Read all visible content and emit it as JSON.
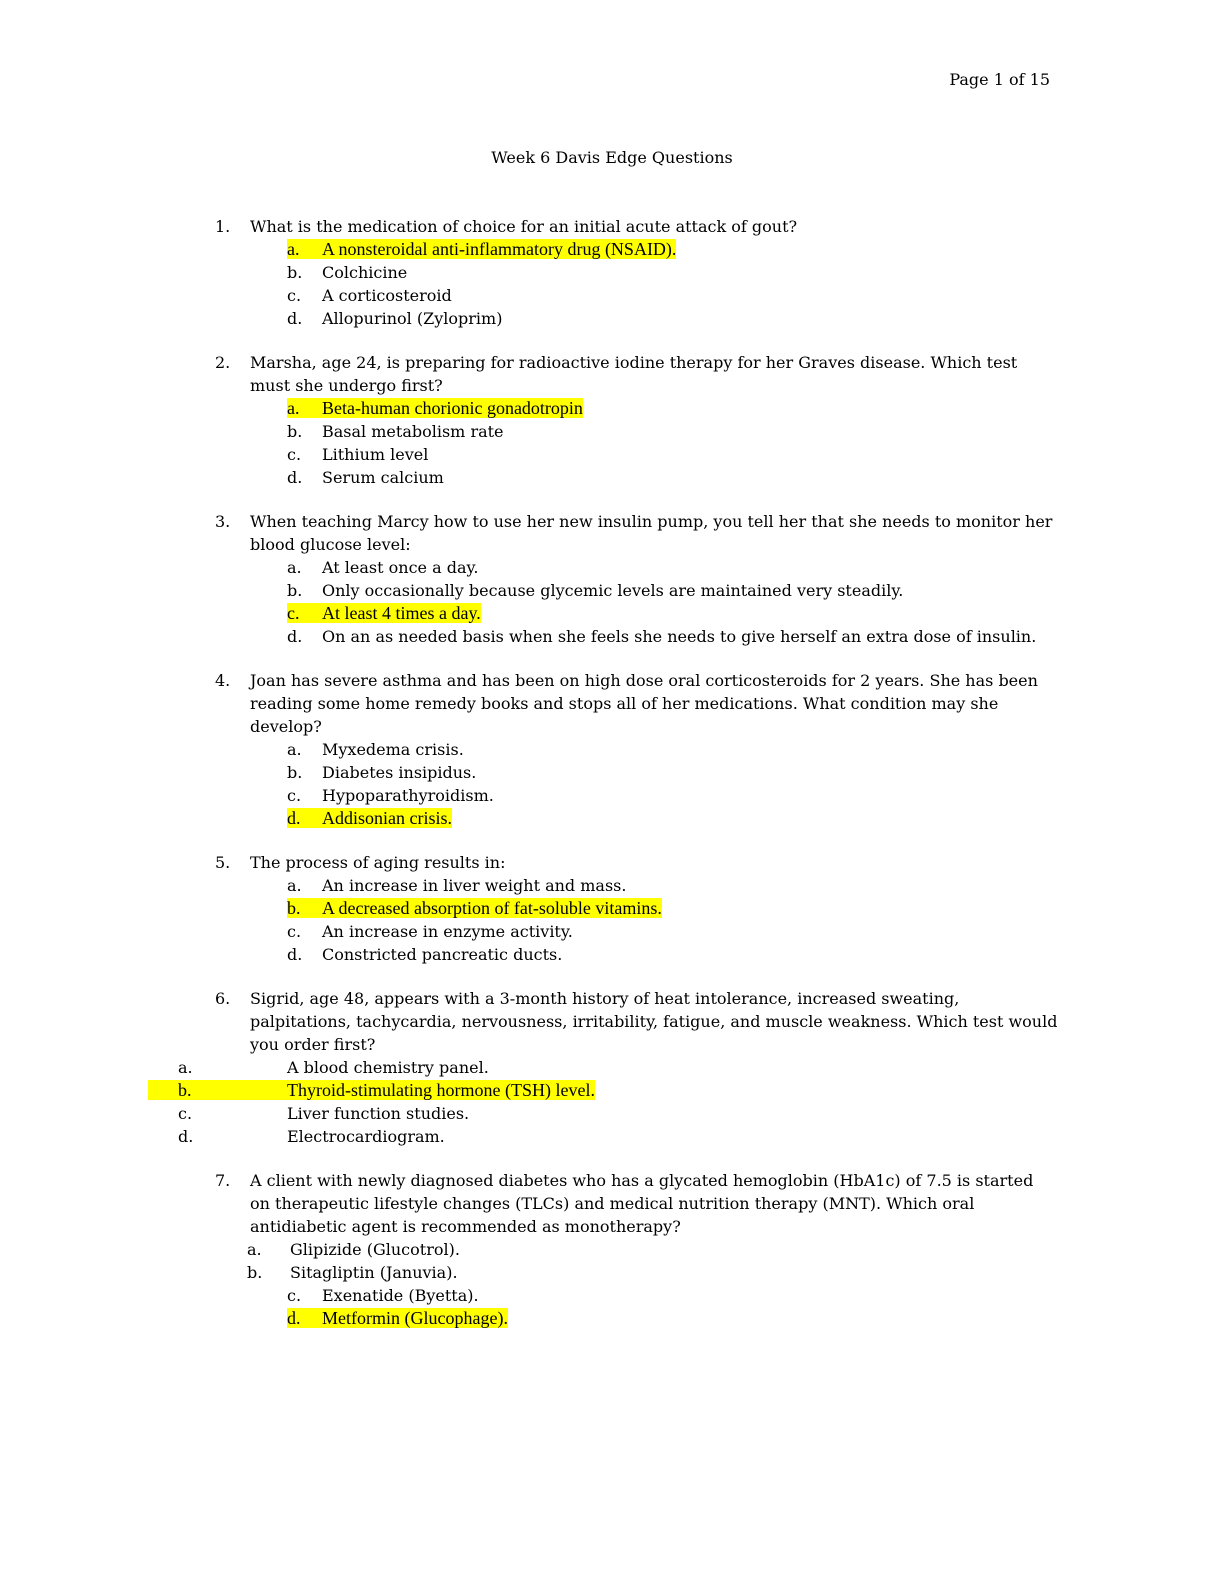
{
  "page": {
    "header": "Page 1 of 15",
    "title": "Week 6 Davis Edge Questions"
  },
  "colors": {
    "background": "#ffffff",
    "text": "#000000",
    "highlight": "#ffff00"
  },
  "questions": [
    {
      "number": "1.",
      "text": "What is the medication of choice for an initial acute attack of gout?",
      "options": [
        {
          "letter": "a.",
          "text": "A nonsteroidal anti-inflammatory drug (NSAID).",
          "highlight": true
        },
        {
          "letter": "b.",
          "text": "Colchicine",
          "highlight": false
        },
        {
          "letter": "c.",
          "text": "A corticosteroid",
          "highlight": false
        },
        {
          "letter": "d.",
          "text": "Allopurinol (Zyloprim)",
          "highlight": false
        }
      ]
    },
    {
      "number": "2.",
      "text": "Marsha, age 24, is preparing for radioactive iodine therapy for her Graves disease. Which test\nmust she undergo first?",
      "options": [
        {
          "letter": "a.",
          "text": "Beta-human chorionic gonadotropin",
          "highlight": true
        },
        {
          "letter": "b.",
          "text": "Basal metabolism rate",
          "highlight": false
        },
        {
          "letter": "c.",
          "text": "Lithium level",
          "highlight": false
        },
        {
          "letter": "d.",
          "text": "Serum calcium",
          "highlight": false
        }
      ]
    },
    {
      "number": "3.",
      "text": "When teaching Marcy how to use her new insulin pump, you tell her that she needs to monitor her\nblood glucose level:",
      "options": [
        {
          "letter": "a.",
          "text": "At least once a day.",
          "highlight": false
        },
        {
          "letter": "b.",
          "text": "Only occasionally because glycemic levels are maintained very steadily.",
          "highlight": false
        },
        {
          "letter": "c.",
          "text": "At least 4 times a day.",
          "highlight": true
        },
        {
          "letter": "d.",
          "text": "On an as needed basis when she feels she needs to give herself an extra dose of insulin.",
          "highlight": false
        }
      ]
    },
    {
      "number": "4.",
      "text": "Joan has severe asthma and has been on high dose oral corticosteroids for 2 years. She has been\nreading some home remedy books and stops all of her medications. What condition may she\ndevelop?",
      "options": [
        {
          "letter": "a.",
          "text": "Myxedema crisis.",
          "highlight": false
        },
        {
          "letter": "b.",
          "text": "Diabetes insipidus.",
          "highlight": false
        },
        {
          "letter": "c.",
          "text": "Hypoparathyroidism.",
          "highlight": false
        },
        {
          "letter": "d.",
          "text": "Addisonian crisis.",
          "highlight": true
        }
      ]
    },
    {
      "number": "5.",
      "text": "The process of aging results in:",
      "options": [
        {
          "letter": "a.",
          "text": "An increase in liver weight and mass.",
          "highlight": false
        },
        {
          "letter": "b.",
          "text": "A decreased absorption of fat-soluble vitamins.",
          "highlight": true
        },
        {
          "letter": "c.",
          "text": "An increase in enzyme activity.",
          "highlight": false
        },
        {
          "letter": "d.",
          "text": "Constricted pancreatic ducts.",
          "highlight": false
        }
      ]
    },
    {
      "number": "6.",
      "text": "Sigrid, age 48, appears with a 3-month history of heat intolerance, increased sweating,\npalpitations, tachycardia, nervousness, irritability, fatigue, and muscle weakness. Which test would\nyou order first?",
      "options": [
        {
          "letter": "a.",
          "text": "A blood chemistry panel.",
          "highlight": false,
          "indent": "wide"
        },
        {
          "letter": "b.",
          "text": "Thyroid-stimulating hormone (TSH) level.",
          "highlight": true,
          "indent": "wide"
        },
        {
          "letter": "c.",
          "text": "Liver function studies.",
          "highlight": false,
          "indent": "wide"
        },
        {
          "letter": "d.",
          "text": "Electrocardiogram.",
          "highlight": false,
          "indent": "wide"
        }
      ]
    },
    {
      "number": "7.",
      "text": "A client with newly diagnosed diabetes who has a glycated hemoglobin (HbA1c) of 7.5 is started\non therapeutic lifestyle changes (TLCs) and medical nutrition therapy (MNT). Which oral\nantidiabetic agent is recommended as monotherapy?",
      "options": [
        {
          "letter": "a.",
          "text": "Glipizide (Glucotrol).",
          "highlight": false,
          "indent": "shallow"
        },
        {
          "letter": "b.",
          "text": "Sitagliptin (Januvia).",
          "highlight": false,
          "indent": "shallow"
        },
        {
          "letter": "c.",
          "text": "Exenatide (Byetta).",
          "highlight": false
        },
        {
          "letter": "d.",
          "text": "Metformin (Glucophage).",
          "highlight": true
        }
      ]
    }
  ]
}
